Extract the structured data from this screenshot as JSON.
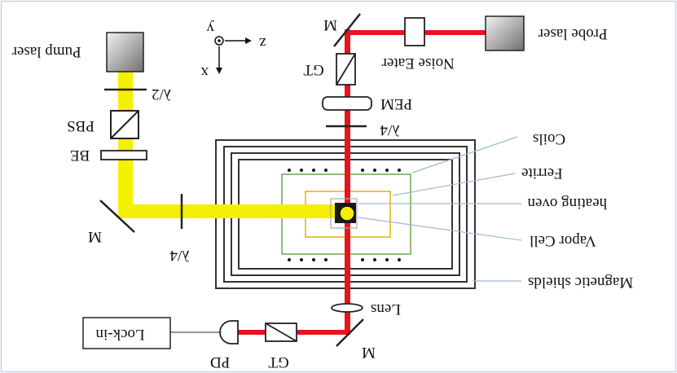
{
  "labels": {
    "pump_laser": "Pump laser",
    "probe_laser": "Probe laser",
    "noise_eater": "Noise Eater",
    "half_wave": "λ/2",
    "pbs": "PBS",
    "be": "BE",
    "mirror_pump": "M",
    "quarter_wave_pump": "λ/4",
    "mirror_probe_top": "M",
    "gt_top": "GT",
    "pem": "PEM",
    "quarter_wave_probe": "λ/4",
    "coils": "Coils",
    "ferrite": "Ferrite",
    "heating_oven": "heating oven",
    "vapor_cell": "Vapor Cell",
    "magnetic_shields": "Magnetic shields",
    "lens": "Lens",
    "lock_in": "Lock-in",
    "pd": "PD",
    "gt_bottom": "GT",
    "mirror_bottom": "M",
    "axis_y": "y",
    "axis_z": "z",
    "axis_x": "x"
  },
  "colors": {
    "pump_beam": "#f5ef00",
    "probe_beam": "#e8131b",
    "ferrite": "#6aa84f",
    "oven": "#e0b400",
    "leader": "#9db8d6",
    "component": "#222222"
  }
}
